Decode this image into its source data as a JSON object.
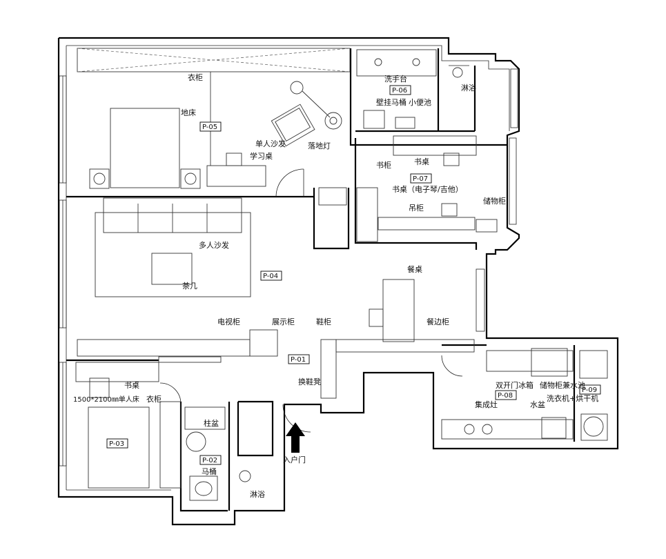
{
  "labels": {
    "wardrobe_top": "衣柜",
    "floor_bed": "地床",
    "single_sofa": "单人沙发",
    "floor_lamp": "落地灯",
    "study_desk": "学习桌",
    "washbasin": "洗手台",
    "wall_toilet": "壁挂马桶",
    "urinal": "小便池",
    "shower_top": "淋浴",
    "bookcase": "书柜",
    "desk_top": "书桌",
    "desk_piano": "书桌（电子琴/吉他）",
    "hanging_cabinet": "吊柜",
    "storage": "储物柜",
    "multi_sofa": "多人沙发",
    "tea_table": "茶几",
    "dining_table": "餐桌",
    "tv_cabinet": "电视柜",
    "display_cabinet": "展示柜",
    "shoe_cabinet": "鞋柜",
    "sideboard": "餐边柜",
    "desk_bottom": "书桌",
    "single_bed": "1500*2100㎜单人床",
    "wardrobe_bottom": "衣柜",
    "pedestal_basin": "柱盆",
    "toilet": "马桶",
    "shower_bottom": "淋浴",
    "shoe_bench": "换鞋凳",
    "entrance": "入户门",
    "fridge": "双开门冰箱",
    "storage_sink": "储物柜兼水池",
    "integrated_stove": "集成灶",
    "sink": "水盆",
    "washer_dryer": "洗衣机+烘干机"
  },
  "tags": {
    "p01": "P-01",
    "p02": "P-02",
    "p03": "P-03",
    "p04": "P-04",
    "p05": "P-05",
    "p06": "P-06",
    "p07": "P-07",
    "p08": "P-08",
    "p09": "P-09"
  }
}
